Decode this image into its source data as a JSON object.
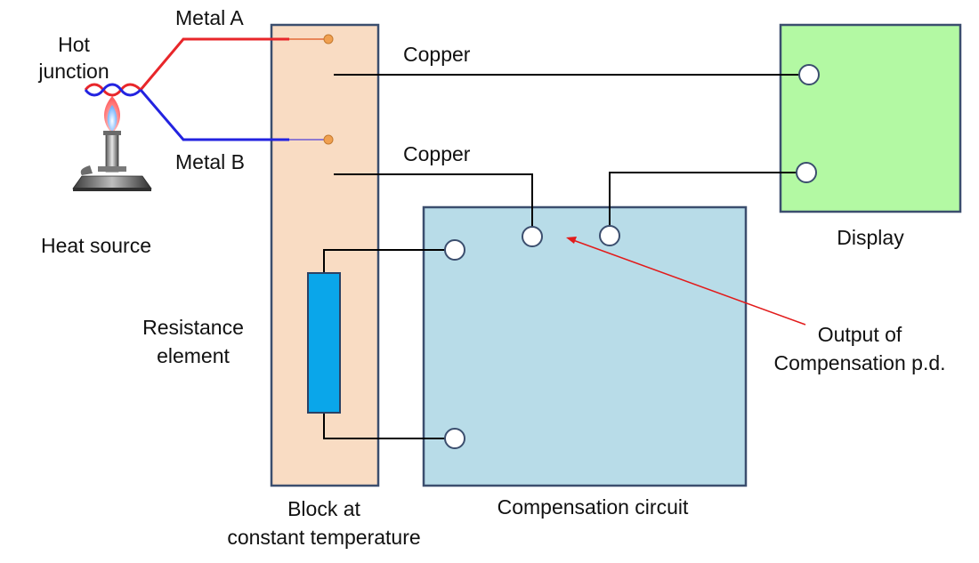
{
  "labels": {
    "hot_junction_line1": "Hot",
    "hot_junction_line2": "junction",
    "metal_a": "Metal A",
    "metal_b": "Metal B",
    "copper_top": "Copper",
    "copper_bottom": "Copper",
    "heat_source": "Heat source",
    "resistance_line1": "Resistance",
    "resistance_line2": "element",
    "block_line1": "Block at",
    "block_line2": "constant temperature",
    "compensation_circuit": "Compensation circuit",
    "display": "Display",
    "output_line1": "Output of",
    "output_line2": "Compensation p.d."
  },
  "colors": {
    "metal_a_wire": "#e8262a",
    "metal_b_wire": "#2323e0",
    "copper_wire": "#000000",
    "block_fill": "#f9dcc3",
    "block_stroke": "#3b4e6e",
    "compensation_fill": "#b8dce8",
    "compensation_stroke": "#3b4e6e",
    "display_fill": "#b3f9a3",
    "display_stroke": "#3b4e6e",
    "resistor_fill": "#0aa6ea",
    "resistor_stroke": "#2b4164",
    "terminal_dot": "#f0a050",
    "annotation_arrow": "#e21b1b"
  },
  "icons": {
    "heat_source": "bunsen-burner-icon"
  }
}
